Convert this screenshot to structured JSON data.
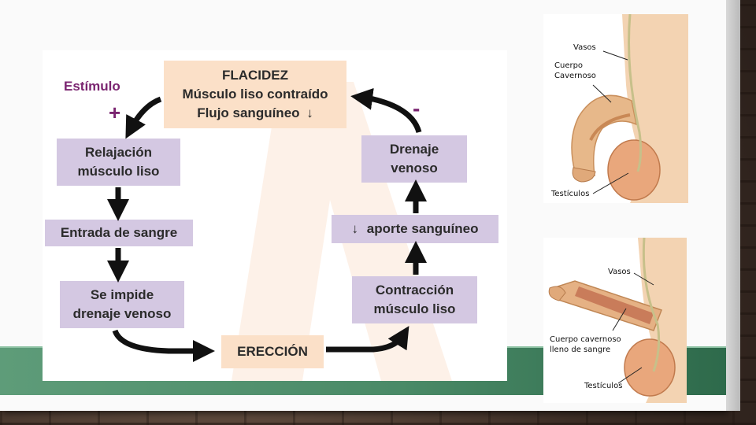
{
  "flow": {
    "flacidez": {
      "title": "FLACIDEZ",
      "line1": "Músculo liso contraído",
      "line2": "Flujo sanguíneo",
      "arrow": "↓"
    },
    "stimulus_label": "Estímulo",
    "plus_sign": "+",
    "minus_sign": "-",
    "left_steps": [
      {
        "line1": "Relajación",
        "line2": "músculo liso"
      },
      {
        "line1": "Entrada de sangre",
        "line2": ""
      },
      {
        "line1": "Se impide",
        "line2": "drenaje venoso"
      }
    ],
    "ereccion": "ERECCIÓN",
    "right_steps": [
      {
        "line1": "Contracción",
        "line2": "músculo liso"
      },
      {
        "line1": "aporte sanguíneo",
        "arrow": "↓"
      },
      {
        "line1": "Drenaje",
        "line2": "venoso"
      }
    ]
  },
  "anatomy_flaccid": {
    "vasos": "Vasos",
    "cuerpo_cavernoso_1": "Cuerpo",
    "cuerpo_cavernoso_2": "Cavernoso",
    "testiculos": "Testículos"
  },
  "anatomy_erect": {
    "vasos": "Vasos",
    "cuerpo_cavernoso_1": "Cuerpo cavernoso",
    "cuerpo_cavernoso_2": "lleno de sangre",
    "testiculos": "Testículos"
  },
  "colors": {
    "peach_box": "#fbe0c8",
    "lilac_box": "#d4c8e2",
    "accent_text": "#7a2470",
    "band_green": "#4a8a67"
  }
}
